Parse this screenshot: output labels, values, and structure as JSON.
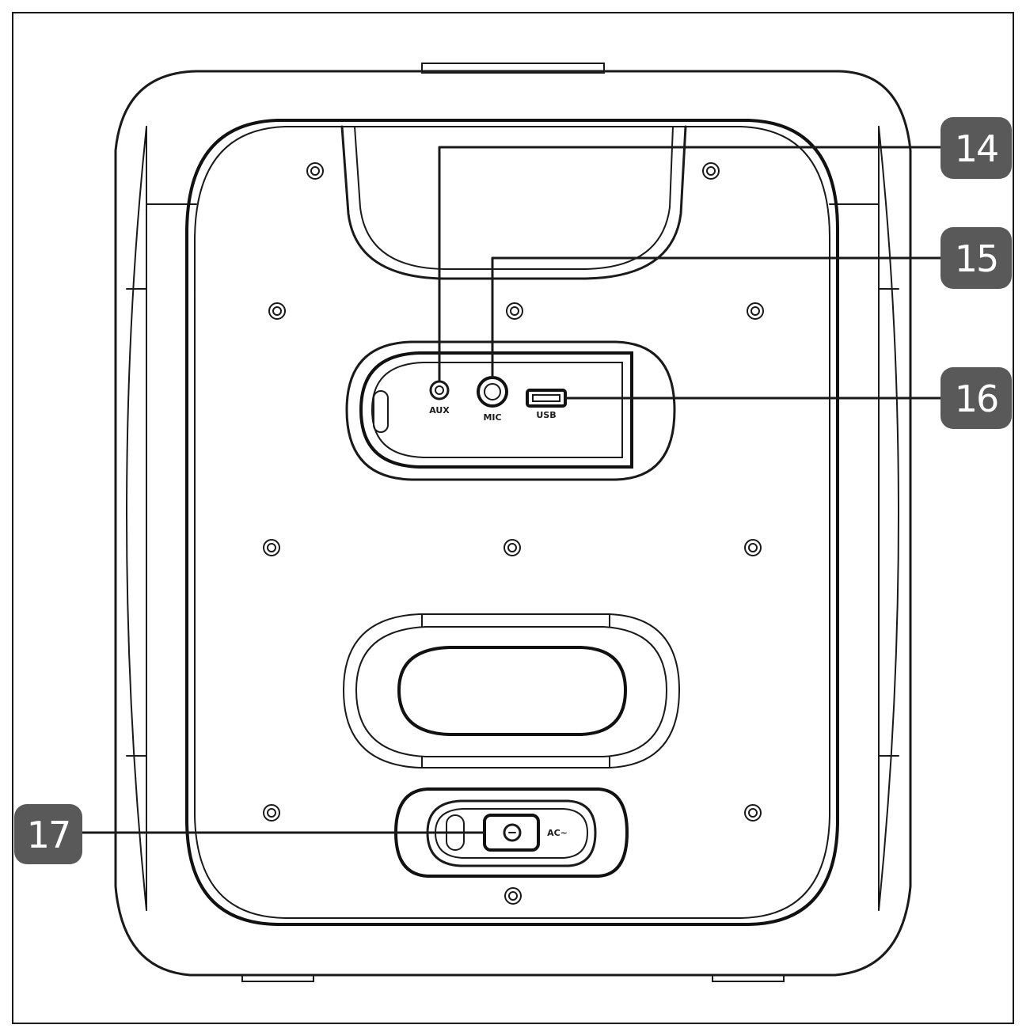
{
  "ports": {
    "aux": "AUX",
    "mic": "MIC",
    "usb": "USB",
    "ac": "AC~"
  },
  "callouts": [
    {
      "id": "aux-jack",
      "number": "14"
    },
    {
      "id": "mic-jack",
      "number": "15"
    },
    {
      "id": "usb-port",
      "number": "16"
    },
    {
      "id": "ac-power-inlet",
      "number": "17"
    }
  ],
  "colors": {
    "line": "#1a1a1a",
    "badge": "#595959",
    "background": "#ffffff"
  }
}
